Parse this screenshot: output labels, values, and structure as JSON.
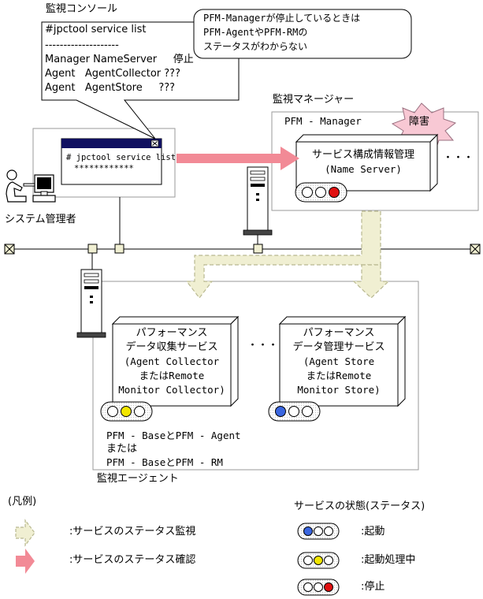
{
  "console": {
    "title": "監視コンソール",
    "lines": [
      "#jpctool service list",
      "--------------------",
      "Manager NameServer     停止",
      "Agent   AgentCollector ???",
      "Agent   AgentStore     ???"
    ],
    "window_line1": "# jpctool service list",
    "window_line2": "************"
  },
  "callout": {
    "lines": [
      "PFM-Managerが停止しているときは",
      "PFM-AgentやPFM-RMの",
      "ステータスがわからない"
    ]
  },
  "admin_label": "システム管理者",
  "manager": {
    "section_label": "監視マネージャー",
    "box_label": "PFM - Manager",
    "service_lines": [
      "サービス構成情報管理",
      "(Name Server)"
    ],
    "ellipsis": "・・・",
    "failure_label": "障害"
  },
  "agent": {
    "section_label": "監視エージェント",
    "collector_lines": [
      "パフォーマンス",
      "データ収集サービス",
      "(Agent Collector",
      "またはRemote",
      "Monitor Collector)"
    ],
    "store_lines": [
      "パフォーマンス",
      "データ管理サービス",
      "(Agent Store",
      "またはRemote",
      "Monitor Store)"
    ],
    "ellipsis": "・・・",
    "product_lines": [
      "PFM - BaseとPFM - Agent",
      "または",
      "PFM - BaseとPFM - RM"
    ]
  },
  "legend": {
    "title": "(凡例)",
    "arrow_monitor": ":サービスのステータス監視",
    "arrow_confirm": ":サービスのステータス確認",
    "status_title": "サービスの状態(ステータス)",
    "status_running": ":起動",
    "status_starting": ":起動処理中",
    "status_stopped": ":停止"
  },
  "colors": {
    "monitor_arrow": "#f0efd2",
    "confirm_arrow": "#f28a96",
    "failure_burst": "#f8c8d4",
    "lamp_blue": "#3a66e0",
    "lamp_yellow": "#f2e600",
    "lamp_red": "#e01010",
    "window_titlebar": "#101060"
  }
}
